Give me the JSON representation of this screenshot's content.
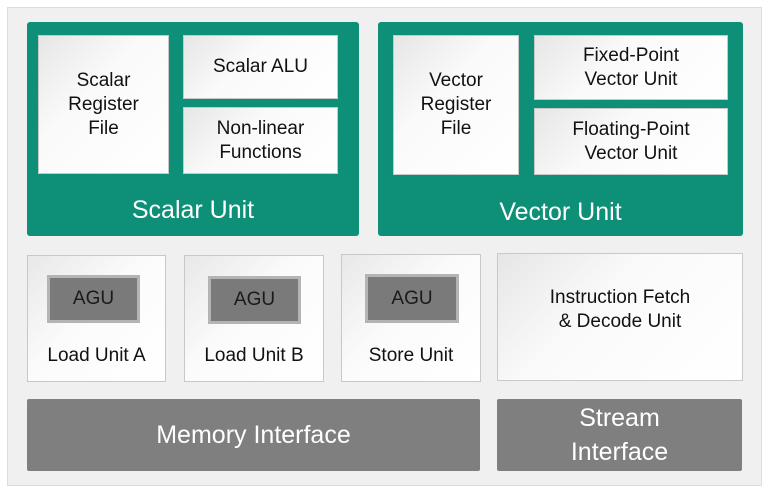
{
  "diagram": {
    "colors": {
      "compute_unit": "#0e8f78",
      "interface": "#7f7f7f",
      "agu": "#7a7a7a",
      "background": "#f0f0f0"
    },
    "scalar_unit": {
      "label": "Scalar Unit",
      "register_file": "Scalar\nRegister\nFile",
      "alu": "Scalar ALU",
      "nonlinear": "Non-linear\nFunctions"
    },
    "vector_unit": {
      "label": "Vector Unit",
      "register_file": "Vector\nRegister\nFile",
      "fixed_point": "Fixed-Point\nVector Unit",
      "floating_point": "Floating-Point\nVector Unit"
    },
    "load_store_units": [
      {
        "agu": "AGU",
        "label": "Load Unit A"
      },
      {
        "agu": "AGU",
        "label": "Load Unit B"
      },
      {
        "agu": "AGU",
        "label": "Store Unit"
      }
    ],
    "instruction_unit": "Instruction Fetch\n& Decode Unit",
    "memory_interface": "Memory Interface",
    "stream_interface": "Stream\nInterface"
  }
}
